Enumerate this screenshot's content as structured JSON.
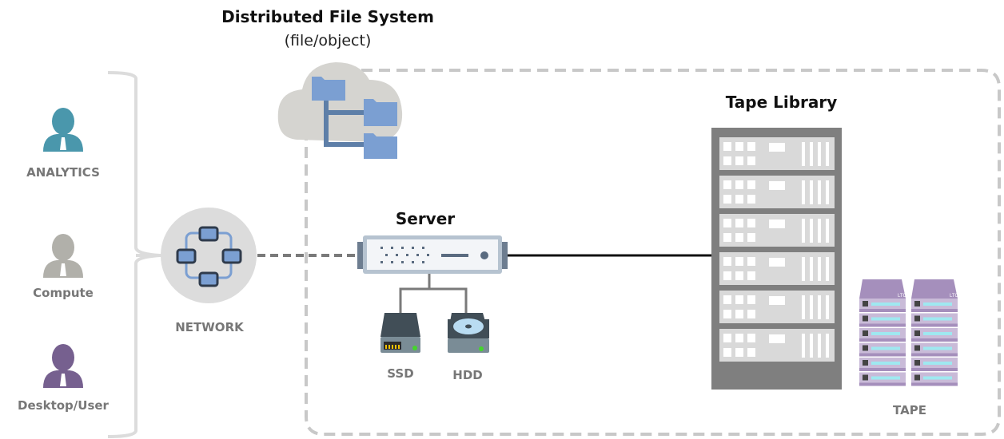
{
  "diagram": {
    "clients": [
      {
        "label": "ANALYTICS",
        "icon": "user-icon",
        "color": "#4a97ac"
      },
      {
        "label": "Compute",
        "icon": "user-icon",
        "color": "#b1b0aa"
      },
      {
        "label": "Desktop/User",
        "icon": "user-icon",
        "color": "#76608f"
      }
    ],
    "network": {
      "label": "NETWORK",
      "icon": "network-topology-icon"
    },
    "dfs": {
      "title": "Distributed File System",
      "subtitle": "(file/object)",
      "icon": "cloud-folder-tree-icon"
    },
    "server": {
      "title": "Server",
      "icon": "rack-server-icon"
    },
    "storage": [
      {
        "label": "SSD",
        "icon": "ssd-icon"
      },
      {
        "label": "HDD",
        "icon": "hdd-icon"
      }
    ],
    "tape_library": {
      "title": "Tape Library",
      "icon": "tape-library-rack-icon"
    },
    "tape": {
      "label": "TAPE",
      "icon": "lto-tape-stack-icon",
      "cartridge_text": "LTO"
    },
    "colors": {
      "bracket": "#dcdcdc",
      "dashed_border": "#c8c8c8",
      "folder": "#7b9fd2",
      "folder_dark": "#5e7fa8",
      "rack": "#7f7f7f",
      "tape": "#a58fbc"
    }
  }
}
